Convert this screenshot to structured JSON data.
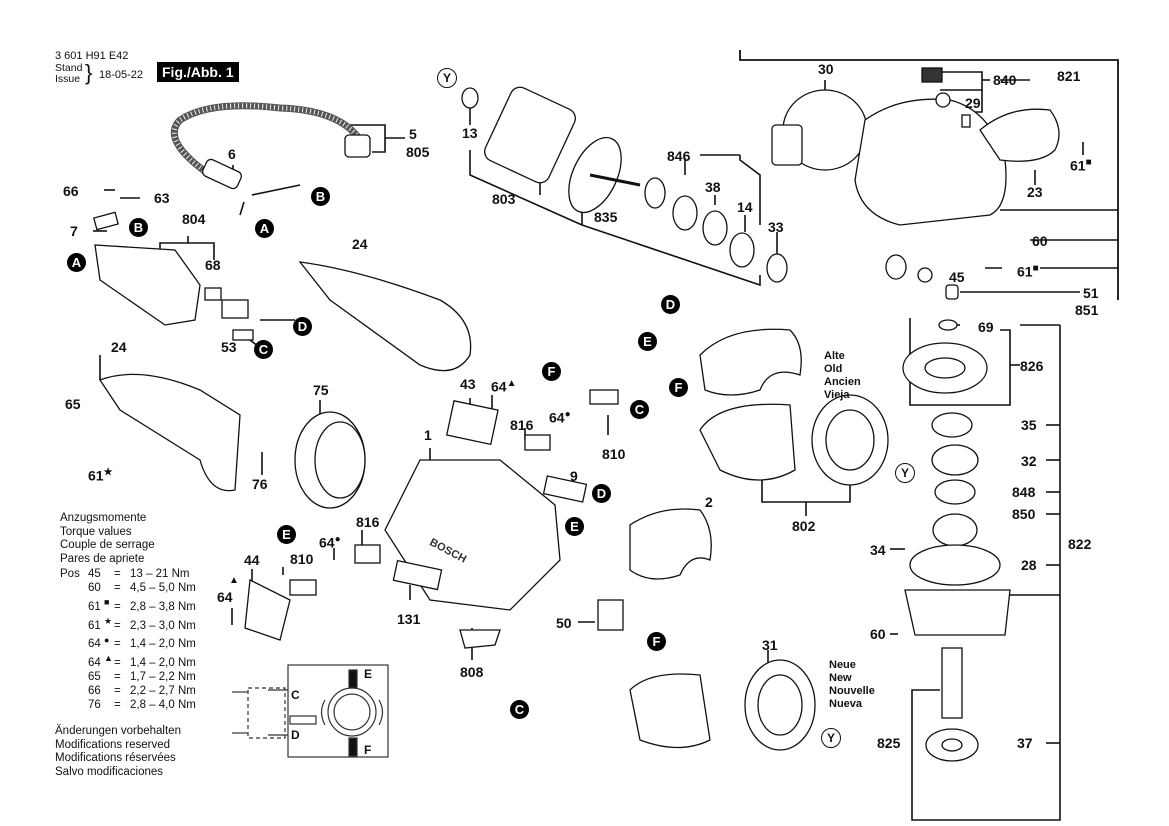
{
  "header": {
    "part_number": "3 601 H91 E42",
    "stand_label": "Stand",
    "issue_label": "Issue",
    "date": "18-05-22",
    "figure_label": "Fig./Abb. 1"
  },
  "part_labels": {
    "p1": "1",
    "p2": "2",
    "p5": "5",
    "p6": "6",
    "p7": "7",
    "p9": "9",
    "p13": "13",
    "p14": "14",
    "p23": "23",
    "p24a": "24",
    "p24b": "24",
    "p28": "28",
    "p29": "29",
    "p30": "30",
    "p31": "31",
    "p32": "32",
    "p33": "33",
    "p34": "34",
    "p35": "35",
    "p37": "37",
    "p38": "38",
    "p43": "43",
    "p44": "44",
    "p45": "45",
    "p50": "50",
    "p51": "51",
    "p53": "53",
    "p60a": "60",
    "p60b": "60",
    "p61a": "61",
    "p61b": "61",
    "p61c": "61",
    "p63": "63",
    "p64a": "64",
    "p64b": "64",
    "p64c": "64",
    "p64d": "64",
    "p65": "65",
    "p66": "66",
    "p68": "68",
    "p69": "69",
    "p75": "75",
    "p76": "76",
    "p131": "131",
    "p802": "802",
    "p803": "803",
    "p804": "804",
    "p805": "805",
    "p808": "808",
    "p810a": "810",
    "p810b": "810",
    "p816a": "816",
    "p816b": "816",
    "p821": "821",
    "p822": "822",
    "p825": "825",
    "p826": "826",
    "p835": "835",
    "p840": "840",
    "p846": "846",
    "p848": "848",
    "p850": "850",
    "p851": "851"
  },
  "markers": {
    "square": "■",
    "star": "★",
    "dot": "●",
    "triangle": "▲"
  },
  "connectors": {
    "A": "A",
    "B": "B",
    "C": "C",
    "D": "D",
    "E": "E",
    "F": "F",
    "Y": "Y"
  },
  "variants": {
    "old": [
      "Alte",
      "Old",
      "Ancien",
      "Vieja"
    ],
    "new": [
      "Neue",
      "New",
      "Nouvelle",
      "Nueva"
    ]
  },
  "torque": {
    "title_de": "Anzugsmomente",
    "title_en": "Torque values",
    "title_fr": "Couple de serrage",
    "title_es": "Pares de apriete",
    "pos_label": "Pos",
    "rows": [
      {
        "pos": "45",
        "mark": "",
        "value": "13 – 21 Nm"
      },
      {
        "pos": "60",
        "mark": "",
        "value": "4,5 – 5,0 Nm"
      },
      {
        "pos": "61",
        "mark": "■",
        "value": "2,8 – 3,8 Nm"
      },
      {
        "pos": "61",
        "mark": "★",
        "value": "2,3 – 3,0 Nm"
      },
      {
        "pos": "64",
        "mark": "●",
        "value": "1,4 – 2,0 Nm"
      },
      {
        "pos": "64",
        "mark": "▲",
        "value": "1,4 – 2,0 Nm"
      },
      {
        "pos": "65",
        "mark": "",
        "value": "1,7 – 2,2 Nm"
      },
      {
        "pos": "66",
        "mark": "",
        "value": "2,2 – 2,7 Nm"
      },
      {
        "pos": "76",
        "mark": "",
        "value": "2,8 – 4,0 Nm"
      }
    ]
  },
  "notice": {
    "de": "Änderungen vorbehalten",
    "en": "Modifications reserved",
    "fr": "Modifications réservées",
    "es": "Salvo modificaciones"
  },
  "schematic": {
    "labels": {
      "c": "C",
      "d": "D",
      "e": "E",
      "f": "F"
    }
  },
  "housing_brand": "BOSCH"
}
